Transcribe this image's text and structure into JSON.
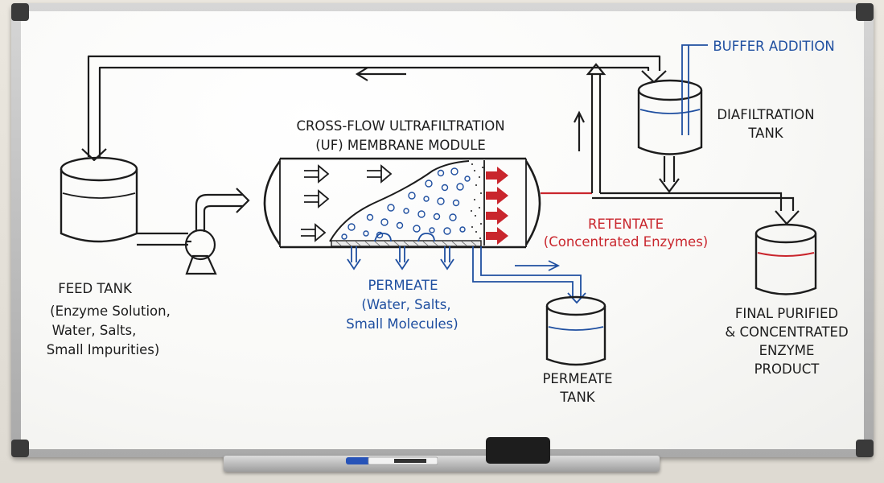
{
  "labels": {
    "uf_title_1": "CROSS-FLOW ULTRAFILTRATION",
    "uf_title_2": "(UF) MEMBRANE MODULE",
    "buffer": "BUFFER ADDITION",
    "diaf_1": "DIAFILTRATION",
    "diaf_2": "TANK",
    "retentate_1": "RETENTATE",
    "retentate_2": "(Concentrated Enzymes)",
    "feed_1": "FEED TANK",
    "feed_2": "(Enzyme Solution,",
    "feed_3": "Water, Salts,",
    "feed_4": "Small Impurities)",
    "permeate_1": "PERMEATE",
    "permeate_2": "(Water, Salts,",
    "permeate_3": "Small Molecules)",
    "permeate_tank_1": "PERMEATE",
    "permeate_tank_2": "TANK",
    "final_1": "FINAL PURIFIED",
    "final_2": "& CONCENTRATED",
    "final_3": "ENZYME",
    "final_4": "PRODUCT"
  },
  "colors": {
    "ink_black": "#1c1c1c",
    "ink_blue": "#1f4fa0",
    "ink_red": "#c9262d"
  }
}
